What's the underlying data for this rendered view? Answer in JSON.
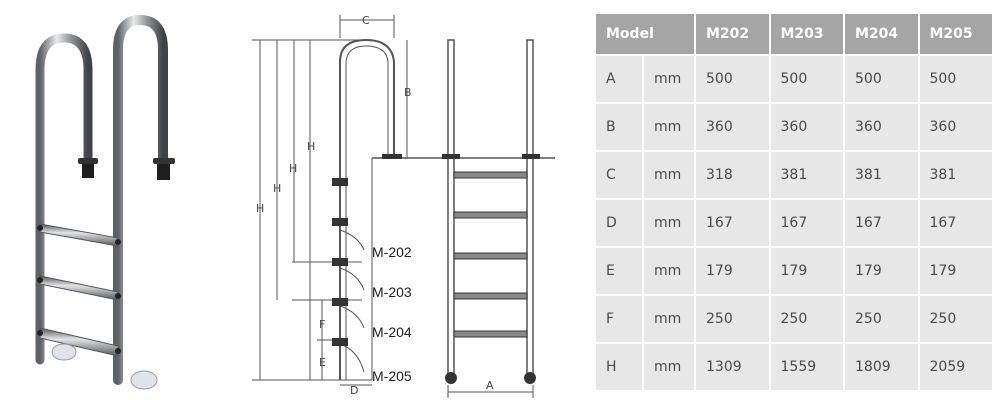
{
  "drawing": {
    "dim_labels": {
      "c": "C",
      "b": "B",
      "h": "H",
      "f": "F",
      "e": "E",
      "d": "D",
      "a": "A"
    },
    "model_labels": [
      "M-202",
      "M-203",
      "M-204",
      "M-205"
    ]
  },
  "table": {
    "header": [
      "Model",
      "M202",
      "M203",
      "M204",
      "M205"
    ],
    "rows": [
      {
        "label": "A",
        "unit": "mm",
        "values": [
          "500",
          "500",
          "500",
          "500"
        ]
      },
      {
        "label": "B",
        "unit": "mm",
        "values": [
          "360",
          "360",
          "360",
          "360"
        ]
      },
      {
        "label": "C",
        "unit": "mm",
        "values": [
          "318",
          "381",
          "381",
          "381"
        ]
      },
      {
        "label": "D",
        "unit": "mm",
        "values": [
          "167",
          "167",
          "167",
          "167"
        ]
      },
      {
        "label": "E",
        "unit": "mm",
        "values": [
          "179",
          "179",
          "179",
          "179"
        ]
      },
      {
        "label": "F",
        "unit": "mm",
        "values": [
          "250",
          "250",
          "250",
          "250"
        ]
      },
      {
        "label": "H",
        "unit": "mm",
        "values": [
          "1309",
          "1559",
          "1809",
          "2059"
        ]
      }
    ]
  }
}
